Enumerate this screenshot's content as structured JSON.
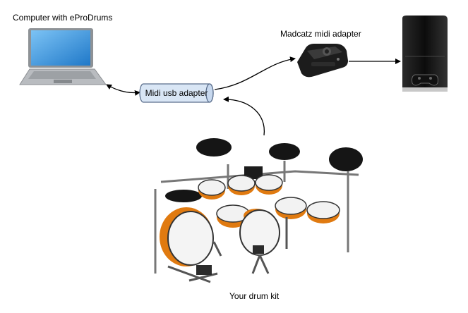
{
  "nodes": {
    "computer": {
      "label": "Computer with eProDrums",
      "icon": "laptop-icon"
    },
    "usb_adapter": {
      "label": "Midi usb adapter",
      "icon": "cylinder-shape"
    },
    "madcatz_adapter": {
      "label": "Madcatz midi adapter",
      "icon": "midi-adapter-icon"
    },
    "console": {
      "label": "",
      "icon": "game-console-icon"
    },
    "drum_kit": {
      "label": "Your drum kit",
      "icon": "drum-kit-icon"
    }
  },
  "edges": [
    {
      "from": "computer",
      "to": "usb_adapter",
      "arrows": "both"
    },
    {
      "from": "usb_adapter",
      "to": "madcatz_adapter",
      "arrows": "end"
    },
    {
      "from": "madcatz_adapter",
      "to": "console",
      "arrows": "end"
    },
    {
      "from": "drum_kit",
      "to": "usb_adapter",
      "arrows": "end"
    }
  ],
  "colors": {
    "adapter_fill": "#d9e6f5",
    "adapter_stroke": "#5a6e8c",
    "laptop_screen": "#2f8fd8",
    "laptop_body": "#b9bcc0",
    "drum_shell": "#e07a10",
    "dark_device": "#1c1c1c"
  }
}
